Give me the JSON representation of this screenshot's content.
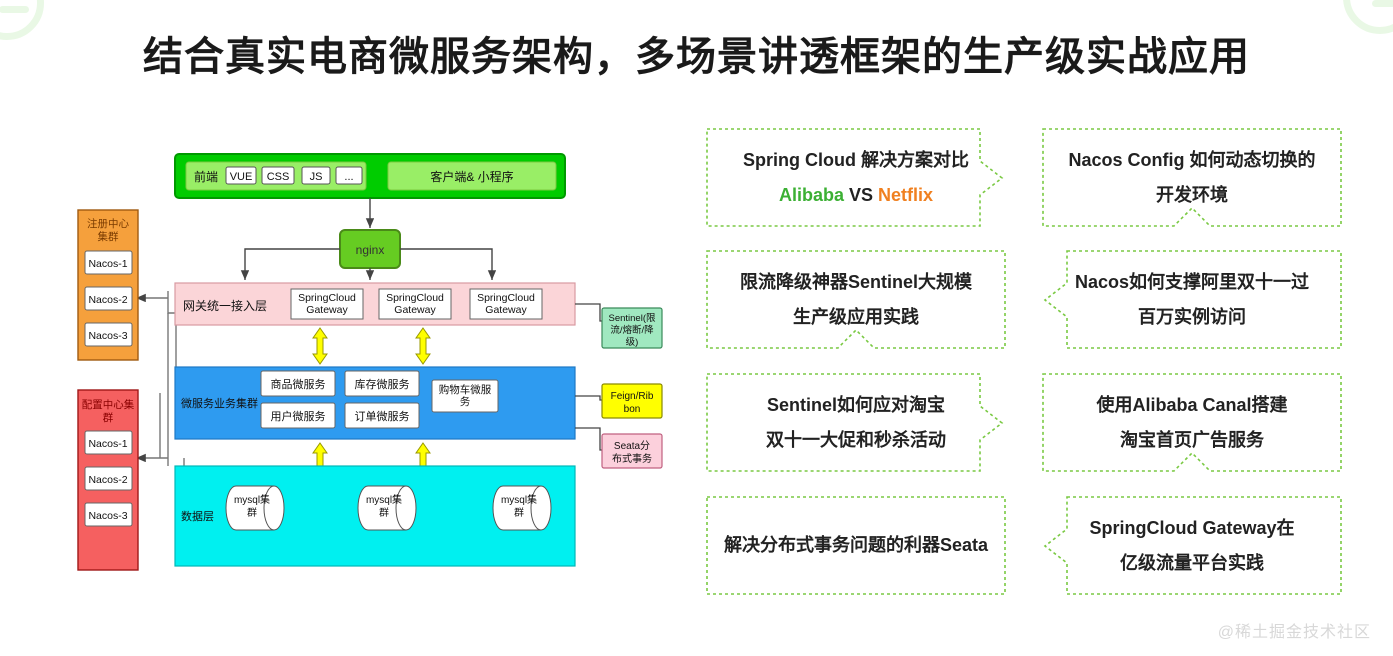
{
  "page": {
    "title": "结合真实电商微服务架构，多场景讲透框架的生产级实战应用",
    "watermark": "@稀土掘金技术社区"
  },
  "colors": {
    "accent_green": "#3cb034",
    "accent_orange": "#f08020",
    "card_border": "#7ac943",
    "frontend_band": "#00cc00",
    "frontend_inner": "#99ee66",
    "nginx": "#66cc22",
    "gateway_layer": "#fbd5d8",
    "service_layer": "#2e9bf0",
    "data_layer": "#00f0f0",
    "registry_cluster": "#f5a03c",
    "config_cluster": "#f56060",
    "sentinel_box": "#a0e8c0",
    "feign_box": "#ffff00",
    "seata_box": "#fcd0dc",
    "arrow_yellow": "#ffff00"
  },
  "diagram": {
    "frontend_band": {
      "left_box": {
        "prefix": "前端",
        "tags": [
          "VUE",
          "CSS",
          "JS",
          "..."
        ]
      },
      "right_box": "客户端& 小程序"
    },
    "nginx": "nginx",
    "registry_cluster": {
      "title_line1": "注册中心",
      "title_line2": "集群",
      "nodes": [
        "Nacos-1",
        "Nacos-2",
        "Nacos-3"
      ]
    },
    "config_cluster": {
      "title_line1": "配置中心集",
      "title_line2": "群",
      "nodes": [
        "Nacos-1",
        "Nacos-2",
        "Nacos-3"
      ]
    },
    "gateway_layer": {
      "label": "网关统一接入层",
      "nodes": [
        {
          "line1": "SpringCloud",
          "line2": "Gateway"
        },
        {
          "line1": "SpringCloud",
          "line2": "Gateway"
        },
        {
          "line1": "SpringCloud",
          "line2": "Gateway"
        }
      ]
    },
    "service_layer": {
      "label": "微服务业务集群",
      "nodes": [
        {
          "line1": "商品微服务",
          "line2": ""
        },
        {
          "line1": "库存微服务",
          "line2": ""
        },
        {
          "line1": "购物车微服",
          "line2": "务"
        },
        {
          "line1": "用户微服务",
          "line2": ""
        },
        {
          "line1": "订单微服务",
          "line2": ""
        }
      ]
    },
    "data_layer": {
      "label": "数据层",
      "nodes": [
        {
          "line1": "mysql集",
          "line2": "群"
        },
        {
          "line1": "mysql集",
          "line2": "群"
        },
        {
          "line1": "mysql集",
          "line2": "群"
        }
      ]
    },
    "side_boxes": [
      {
        "name": "sentinel",
        "lines": [
          "Sentinel(限",
          "流/熔断/降",
          "级)"
        ]
      },
      {
        "name": "feign-ribbon",
        "lines": [
          "Feign/Rib",
          "bon"
        ]
      },
      {
        "name": "seata",
        "lines": [
          "Seata分",
          "布式事务"
        ]
      }
    ]
  },
  "cards": [
    {
      "id": "spring-cloud-comparison",
      "lines": [
        "Spring Cloud 解决方案对比"
      ],
      "rich_line": {
        "alibaba": "Alibaba",
        "vs": "VS",
        "netflix": "Netflix"
      },
      "notch": "right"
    },
    {
      "id": "nacos-config-dynamic-env",
      "lines": [
        "Nacos Config 如何动态切换的",
        "开发环境"
      ],
      "notch": "bottom"
    },
    {
      "id": "sentinel-production-practice",
      "lines": [
        "限流降级神器Sentinel大规模",
        "生产级应用实践"
      ],
      "notch": "bottom"
    },
    {
      "id": "nacos-double-eleven",
      "lines": [
        "Nacos如何支撑阿里双十一过",
        "百万实例访问"
      ],
      "notch": "left"
    },
    {
      "id": "sentinel-taobao-seckill",
      "lines": [
        "Sentinel如何应对淘宝",
        "双十一大促和秒杀活动"
      ],
      "notch": "right"
    },
    {
      "id": "alibaba-canal-ads",
      "lines": [
        "使用Alibaba Canal搭建",
        "淘宝首页广告服务"
      ],
      "notch": "bottom"
    },
    {
      "id": "seata-distributed-transaction",
      "lines": [
        "解决分布式事务问题的利器Seata"
      ],
      "notch": "right-plain"
    },
    {
      "id": "springcloud-gateway-scale",
      "lines": [
        "SpringCloud Gateway在",
        "亿级流量平台实践"
      ],
      "notch": "left"
    }
  ]
}
